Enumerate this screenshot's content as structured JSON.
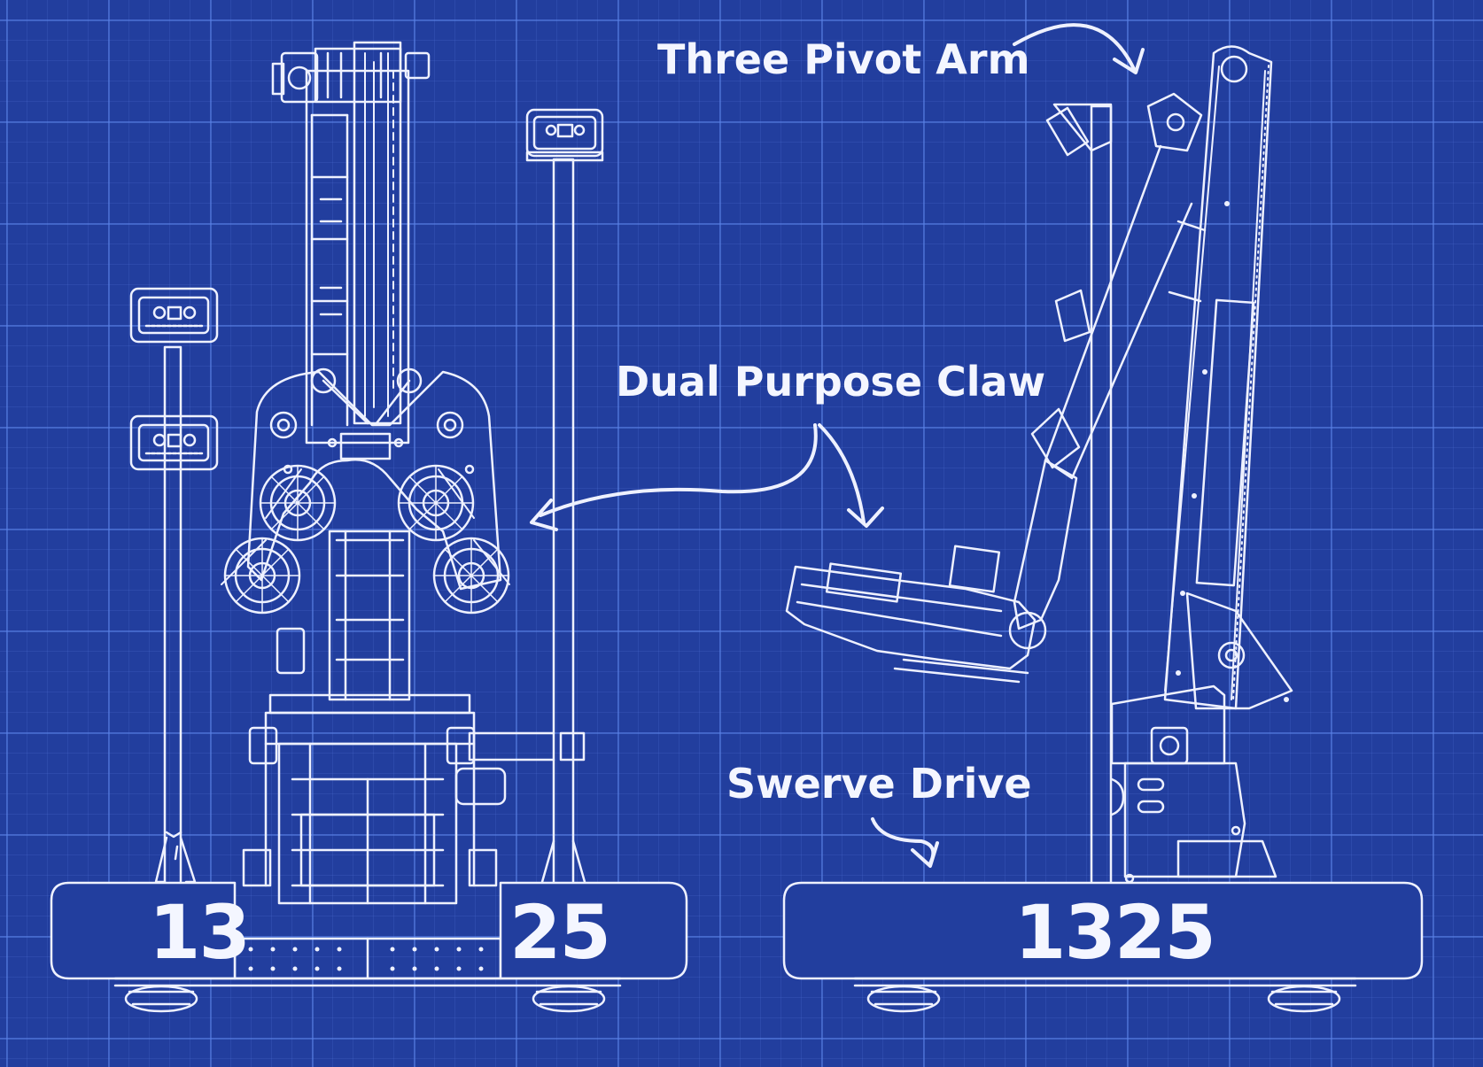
{
  "labels": {
    "three_pivot_arm": "Three Pivot Arm",
    "dual_purpose_claw": "Dual Purpose Claw",
    "swerve_drive": "Swerve Drive"
  },
  "bumpers": {
    "front_left_number": "13",
    "front_right_number": "25",
    "side_number": "1325"
  },
  "colors": {
    "background": "#223e9e",
    "linework": "#eef1ff",
    "grid": "#5a82e6"
  }
}
